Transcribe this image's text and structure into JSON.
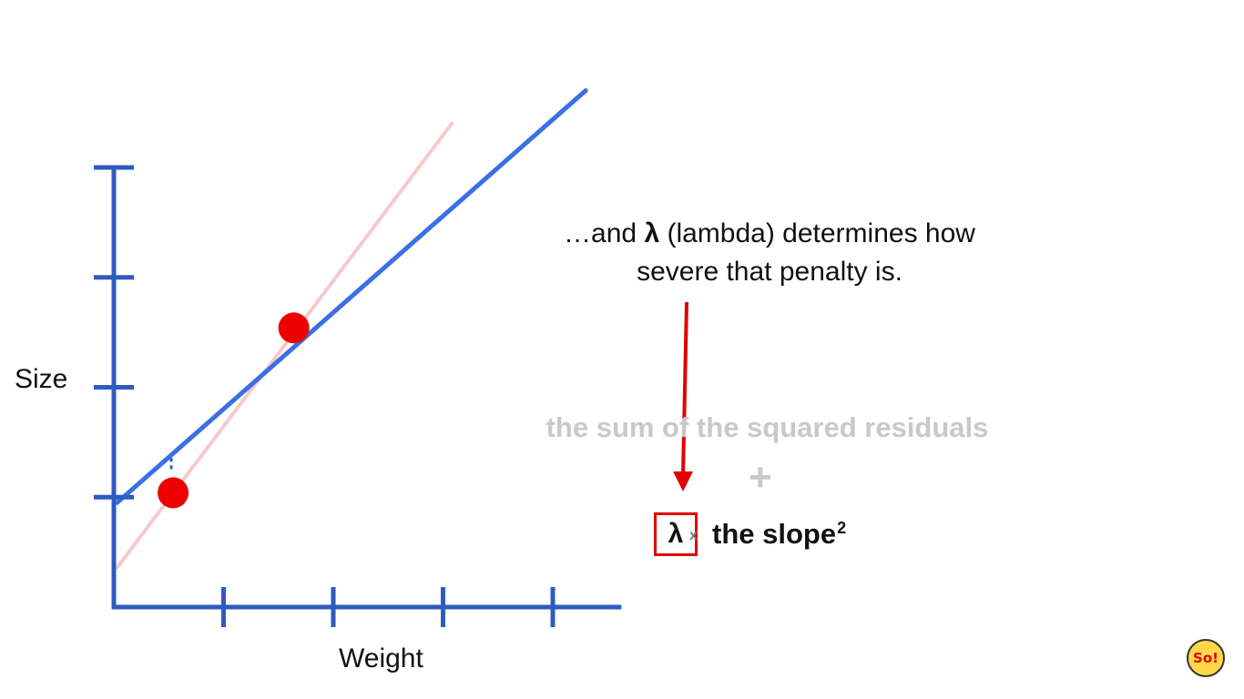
{
  "chart_data": {
    "type": "scatter",
    "xlabel": "Weight",
    "ylabel": "Size",
    "xlim": [
      0,
      4.6
    ],
    "ylim": [
      0,
      4
    ],
    "x_ticks": [
      1,
      2,
      3,
      4
    ],
    "y_ticks": [
      1,
      2,
      3,
      4
    ],
    "points": [
      {
        "x": 0.54,
        "y": 1.04
      },
      {
        "x": 1.64,
        "y": 2.54
      }
    ],
    "lines": [
      {
        "role": "ridge-regression-line",
        "color": "#3a6fe6",
        "x0": 0.03,
        "y0": 0.95,
        "x1": 4.3,
        "y1": 4.7
      },
      {
        "role": "least-squares-line",
        "color": "#f7c9cc",
        "x0": 0.03,
        "y0": 0.36,
        "x1": 3.08,
        "y1": 4.4
      }
    ],
    "colors": {
      "axis": "#2d5bbf",
      "point": "#ee0000"
    }
  },
  "callout": {
    "prefix": "…and ",
    "lambda": "λ",
    "suffix": " (lambda) determines how",
    "line2": "severe that penalty is."
  },
  "formula": {
    "term1": "the sum of the squared residuals",
    "plus": "+",
    "lambda": "λ",
    "times": "x",
    "term2": "the slope",
    "power": "2"
  },
  "colors": {
    "highlight": "#e00000",
    "faded_text": "#c9c9c9"
  },
  "logo": {
    "text": "So!"
  }
}
